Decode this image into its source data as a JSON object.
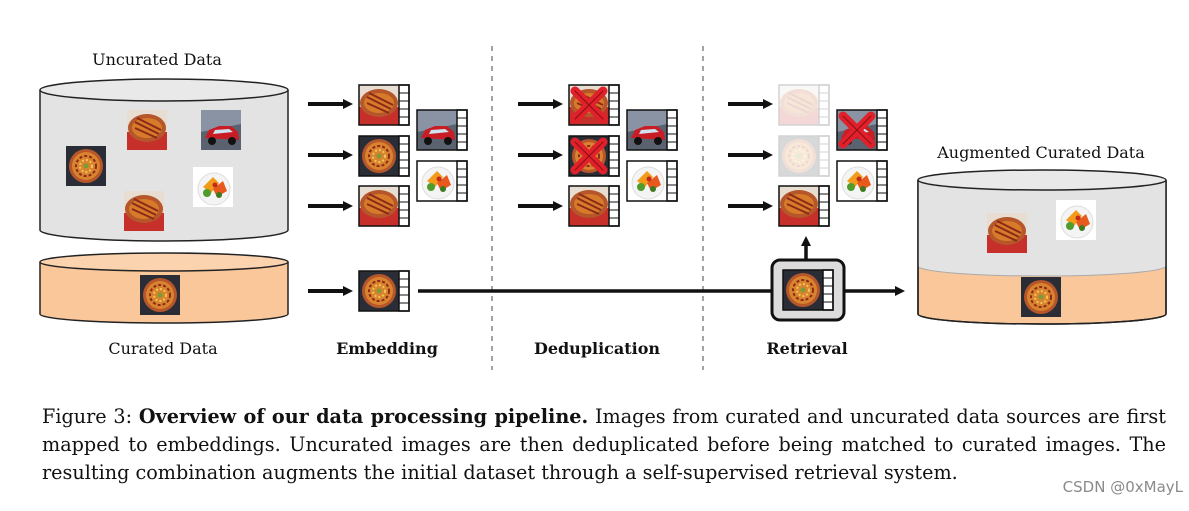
{
  "labels": {
    "uncurated": "Uncurated Data",
    "curated": "Curated Data",
    "augmented": "Augmented Curated Data"
  },
  "stages": {
    "embedding": "Embedding",
    "deduplication": "Deduplication",
    "retrieval": "Retrieval"
  },
  "caption": {
    "prefix": "Figure 3: ",
    "title": "Overview of our data processing pipeline.",
    "body": " Images from curated and uncurated data sources are first mapped to embeddings. Uncurated images are then deduplicated before being matched to curated images. The resulting combination augments the initial dataset through a self-supervised retrieval system."
  },
  "watermark": "CSDN @0xMayL",
  "icons": [
    "tart-icon",
    "car-icon",
    "salad-icon",
    "embedding-icon",
    "cross-icon",
    "arrow-icon",
    "database-icon"
  ],
  "colors": {
    "uncurated_db": "#e3e3e3",
    "curated_db": "#f9c79a",
    "cross": "#e0202a",
    "tart_crust": "#b5562b",
    "tart_filling": "#d9832e"
  }
}
